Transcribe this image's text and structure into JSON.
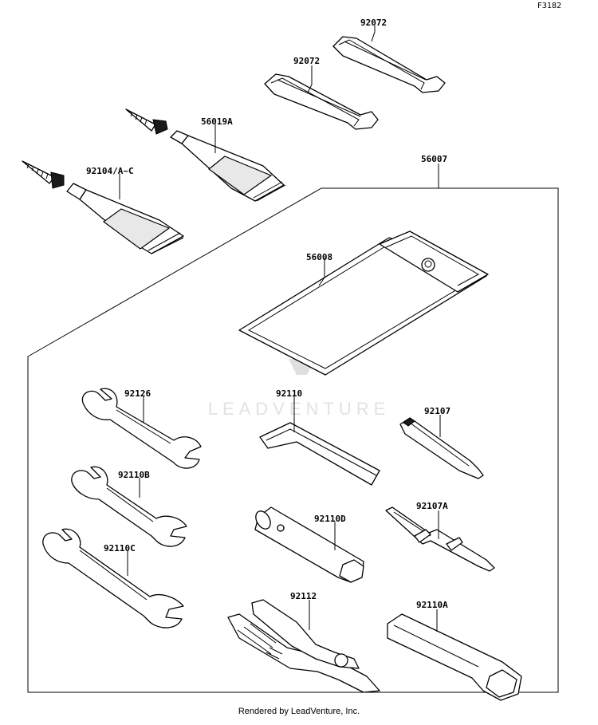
{
  "diagram_id": "F3182",
  "watermark": "LEADVENTURE",
  "footer": "Rendered by LeadVenture, Inc.",
  "parts": [
    {
      "id": "strap-1",
      "label": "92072"
    },
    {
      "id": "strap-2",
      "label": "92072"
    },
    {
      "id": "tube-small",
      "label": "56019A"
    },
    {
      "id": "tube-large",
      "label": "92104/A~C"
    },
    {
      "id": "tool-kit",
      "label": "56007"
    },
    {
      "id": "tool-bag",
      "label": "56008"
    },
    {
      "id": "wrench-1",
      "label": "92126"
    },
    {
      "id": "hex-key",
      "label": "92110"
    },
    {
      "id": "screwdriver-handle",
      "label": "92107"
    },
    {
      "id": "wrench-2",
      "label": "92110B"
    },
    {
      "id": "plug-wrench",
      "label": "92110D"
    },
    {
      "id": "screwdriver-bit",
      "label": "92107A"
    },
    {
      "id": "wrench-3",
      "label": "92110C"
    },
    {
      "id": "pliers",
      "label": "92112"
    },
    {
      "id": "box-wrench",
      "label": "92110A"
    }
  ]
}
